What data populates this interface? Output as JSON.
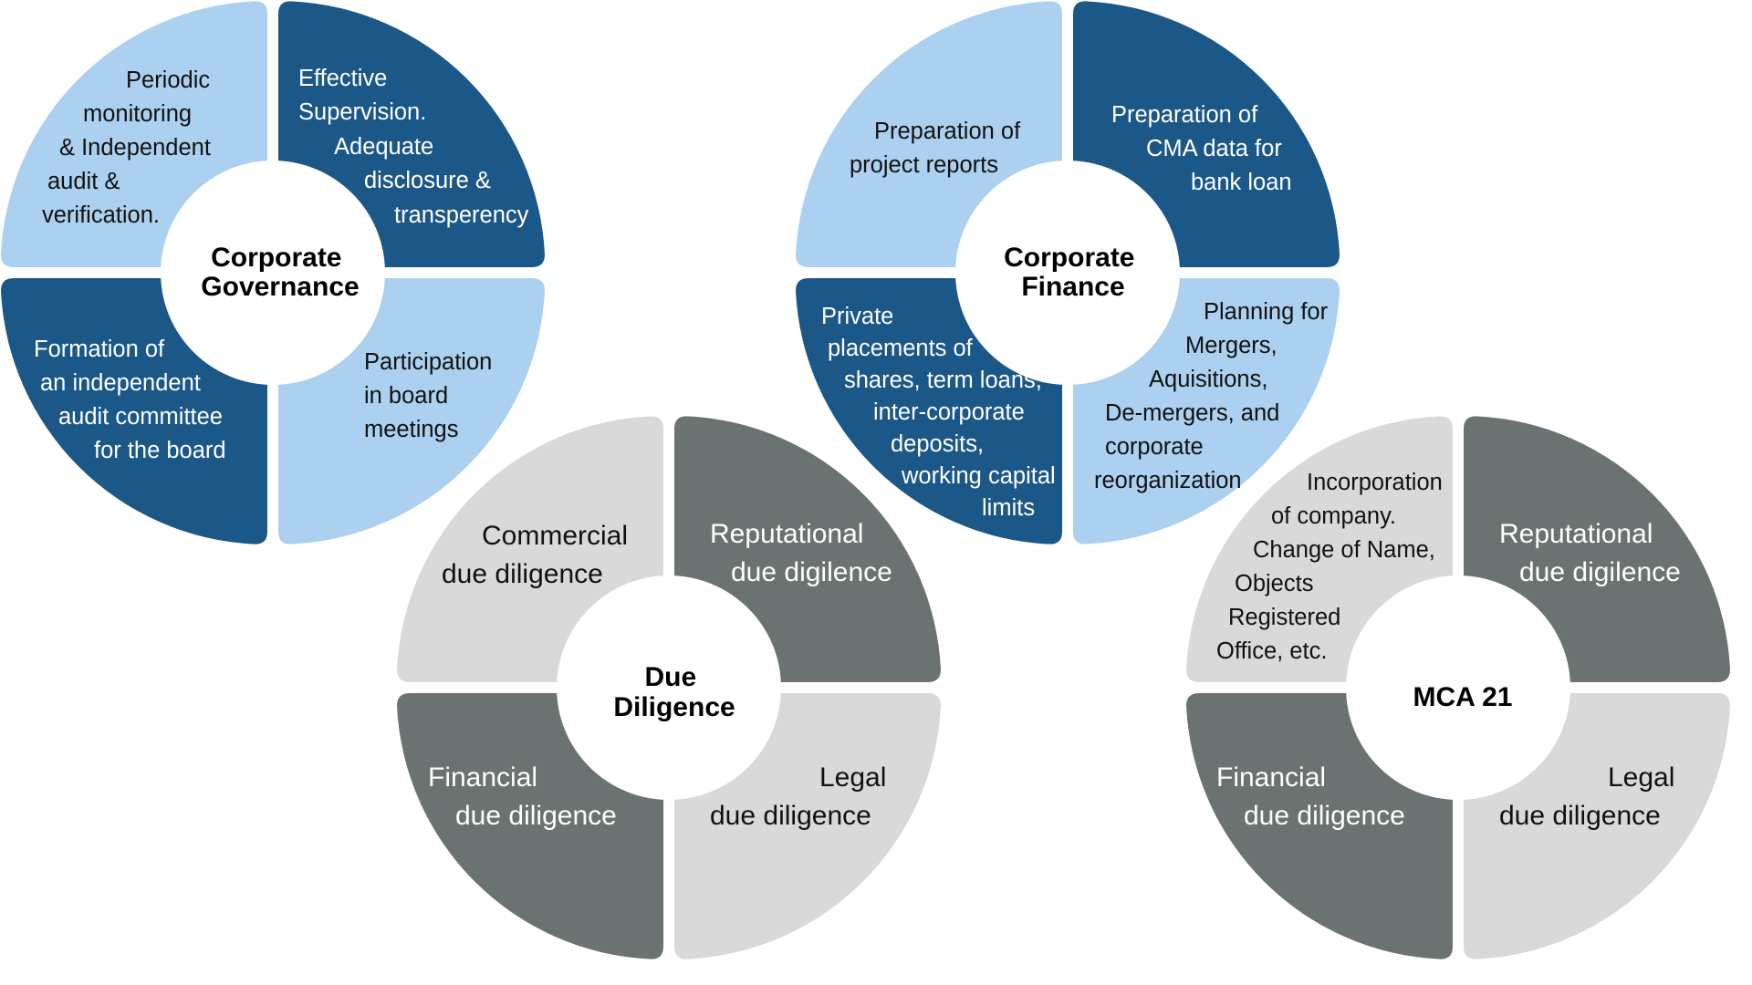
{
  "palette": {
    "dark_blue": "#1b5787",
    "light_blue": "#abd0f0",
    "dark_gray": "#6b7272",
    "light_gray": "#d9d9d9",
    "text_dark": "#111111",
    "text_light": "#ffffff"
  },
  "diagrams": [
    {
      "id": "corporate-governance",
      "title": [
        "Corporate",
        "Governance"
      ],
      "quadrants": {
        "top_left": {
          "fill": "light_blue",
          "text": "dark",
          "lines": [
            "Periodic",
            "monitoring",
            "& Independent",
            "audit &",
            "verification."
          ]
        },
        "top_right": {
          "fill": "dark_blue",
          "text": "light",
          "lines": [
            "Effective",
            "Supervision.",
            "Adequate",
            "disclosure &",
            "transperency"
          ]
        },
        "bottom_left": {
          "fill": "dark_blue",
          "text": "light",
          "lines": [
            "Formation of",
            "an independent",
            "audit committee",
            "for  the board"
          ]
        },
        "bottom_right": {
          "fill": "light_blue",
          "text": "dark",
          "lines": [
            "Participation",
            "in board",
            "meetings"
          ]
        }
      }
    },
    {
      "id": "corporate-finance",
      "title": [
        "Corporate",
        "Finance"
      ],
      "quadrants": {
        "top_left": {
          "fill": "light_blue",
          "text": "dark",
          "lines": [
            "Preparation of",
            "project reports"
          ]
        },
        "top_right": {
          "fill": "dark_blue",
          "text": "light",
          "lines": [
            "Preparation of",
            "CMA  data for",
            "bank loan"
          ]
        },
        "bottom_left": {
          "fill": "dark_blue",
          "text": "light",
          "lines": [
            "Private",
            "placements  of",
            "shares, term loans,",
            "inter-corporate",
            "deposits,",
            "working capital",
            "limits"
          ]
        },
        "bottom_right": {
          "fill": "light_blue",
          "text": "dark",
          "lines": [
            "Planning for",
            "Mergers,",
            "Aquisitions,",
            "De-mergers, and",
            "corporate",
            "reorganization"
          ]
        }
      }
    },
    {
      "id": "due-diligence",
      "title": [
        "Due",
        "Diligence"
      ],
      "quadrants": {
        "top_left": {
          "fill": "light_gray",
          "text": "dark",
          "lines": [
            "Commercial",
            "due diligence"
          ]
        },
        "top_right": {
          "fill": "dark_gray",
          "text": "light",
          "lines": [
            "Reputational",
            "due digilence"
          ]
        },
        "bottom_left": {
          "fill": "dark_gray",
          "text": "light",
          "lines": [
            "Financial",
            "due diligence"
          ]
        },
        "bottom_right": {
          "fill": "light_gray",
          "text": "dark",
          "lines": [
            "Legal",
            "due diligence"
          ]
        }
      }
    },
    {
      "id": "mca-21",
      "title": [
        "MCA 21"
      ],
      "quadrants": {
        "top_left": {
          "fill": "light_gray",
          "text": "dark",
          "lines": [
            "Incorporation",
            "of company.",
            "Change of Name,",
            "Objects",
            "Registered",
            "Office, etc."
          ]
        },
        "top_right": {
          "fill": "dark_gray",
          "text": "light",
          "lines": [
            "Reputational",
            "due digilence"
          ]
        },
        "bottom_left": {
          "fill": "dark_gray",
          "text": "light",
          "lines": [
            "Financial",
            "due diligence"
          ]
        },
        "bottom_right": {
          "fill": "light_gray",
          "text": "dark",
          "lines": [
            "Legal",
            "due diligence"
          ]
        }
      }
    }
  ]
}
